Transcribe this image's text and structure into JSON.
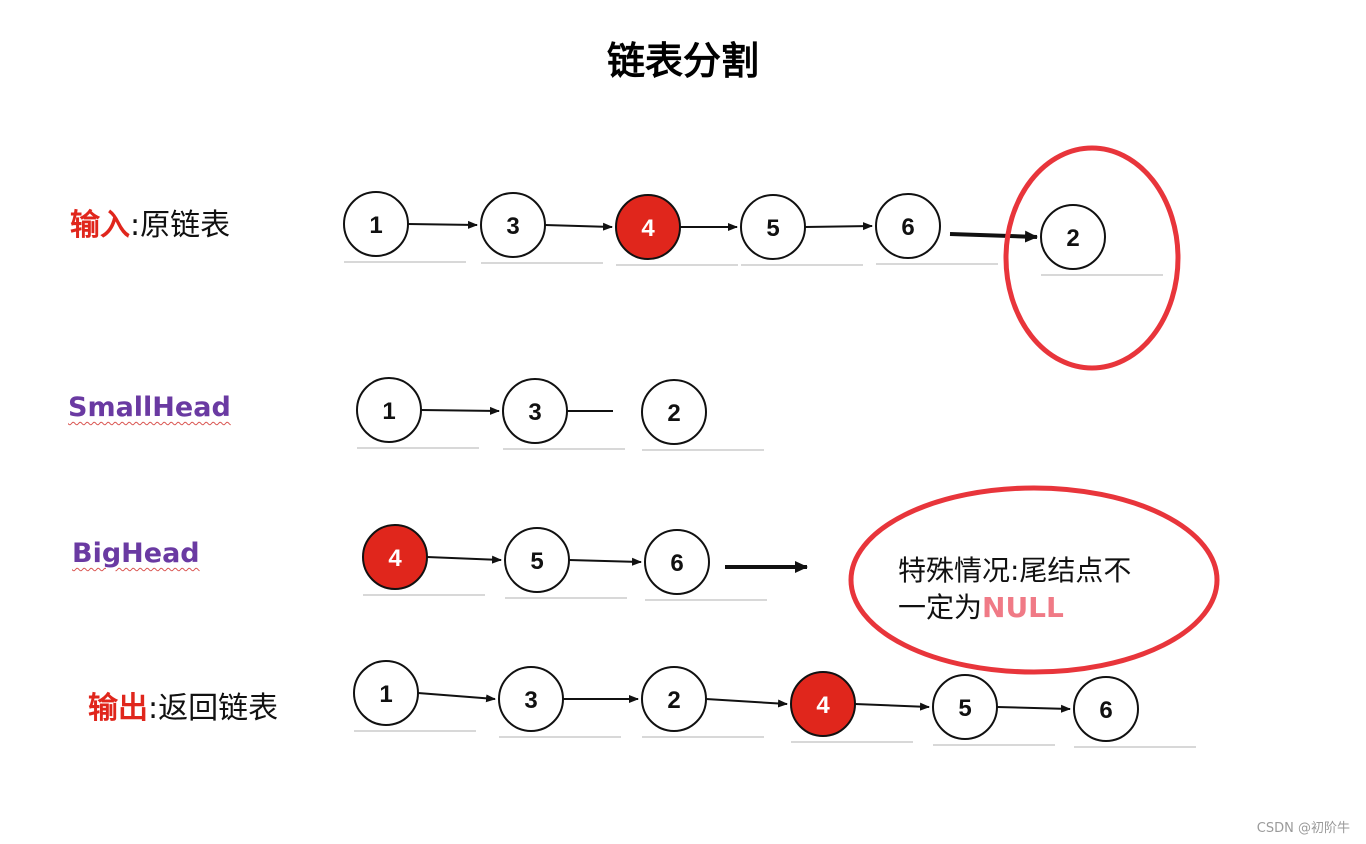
{
  "title": "链表分割",
  "colors": {
    "emphasis": "#e0261c",
    "purple": "#6a3aa2",
    "node_red": "#e0261c",
    "circle_red": "#e8353b",
    "null_pink": "#f07a86",
    "black": "#111111"
  },
  "rows": {
    "input": {
      "label_bold": "输入",
      "label_rest": ":原链表",
      "nodes": [
        "1",
        "3",
        "4",
        "5",
        "6",
        "2"
      ],
      "highlight_node": "4",
      "circled_node": "2"
    },
    "small": {
      "label": "SmallHead",
      "nodes": [
        "1",
        "3",
        "2"
      ]
    },
    "big": {
      "label": "BigHead",
      "nodes": [
        "4",
        "5",
        "6"
      ],
      "highlight_node": "4"
    },
    "output": {
      "label_bold": "输出",
      "label_rest": ":返回链表",
      "nodes": [
        "1",
        "3",
        "2",
        "4",
        "5",
        "6"
      ],
      "highlight_node": "4"
    }
  },
  "note": {
    "line1": "特殊情况:尾结点不",
    "line2_prefix": "一定为",
    "line2_null": "NULL"
  },
  "watermark": "CSDN @初阶牛"
}
